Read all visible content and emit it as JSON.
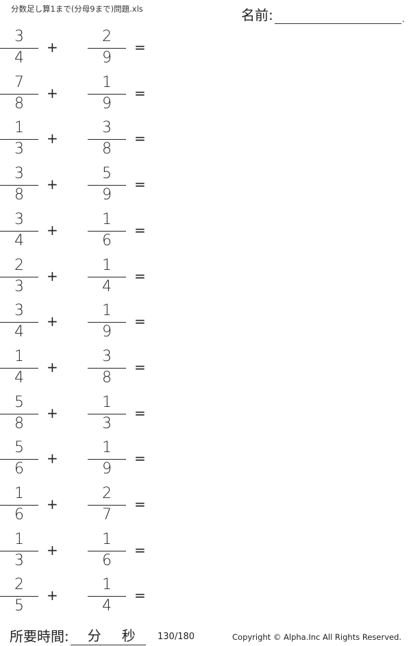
{
  "header": {
    "title": "分数足し算1まで(分母9まで)問題.xls",
    "name_label": "名前:",
    "name_end": "."
  },
  "operators": {
    "plus": "+",
    "equals": "="
  },
  "problems": [
    {
      "a": [
        "3",
        "4"
      ],
      "b": [
        "2",
        "9"
      ]
    },
    {
      "a": [
        "7",
        "8"
      ],
      "b": [
        "1",
        "9"
      ]
    },
    {
      "a": [
        "1",
        "3"
      ],
      "b": [
        "3",
        "8"
      ]
    },
    {
      "a": [
        "3",
        "8"
      ],
      "b": [
        "5",
        "9"
      ]
    },
    {
      "a": [
        "3",
        "4"
      ],
      "b": [
        "1",
        "6"
      ]
    },
    {
      "a": [
        "2",
        "3"
      ],
      "b": [
        "1",
        "4"
      ]
    },
    {
      "a": [
        "3",
        "4"
      ],
      "b": [
        "1",
        "9"
      ]
    },
    {
      "a": [
        "1",
        "4"
      ],
      "b": [
        "3",
        "8"
      ]
    },
    {
      "a": [
        "5",
        "8"
      ],
      "b": [
        "1",
        "3"
      ]
    },
    {
      "a": [
        "5",
        "6"
      ],
      "b": [
        "1",
        "9"
      ]
    },
    {
      "a": [
        "1",
        "6"
      ],
      "b": [
        "2",
        "7"
      ]
    },
    {
      "a": [
        "1",
        "3"
      ],
      "b": [
        "1",
        "6"
      ]
    },
    {
      "a": [
        "2",
        "5"
      ],
      "b": [
        "1",
        "4"
      ]
    }
  ],
  "footer": {
    "time_label": "所要時間:",
    "minutes": "分",
    "seconds": "秒",
    "page": "130/180",
    "copyright": "Copyright ©  Alpha.Inc All Rights Reserved."
  }
}
